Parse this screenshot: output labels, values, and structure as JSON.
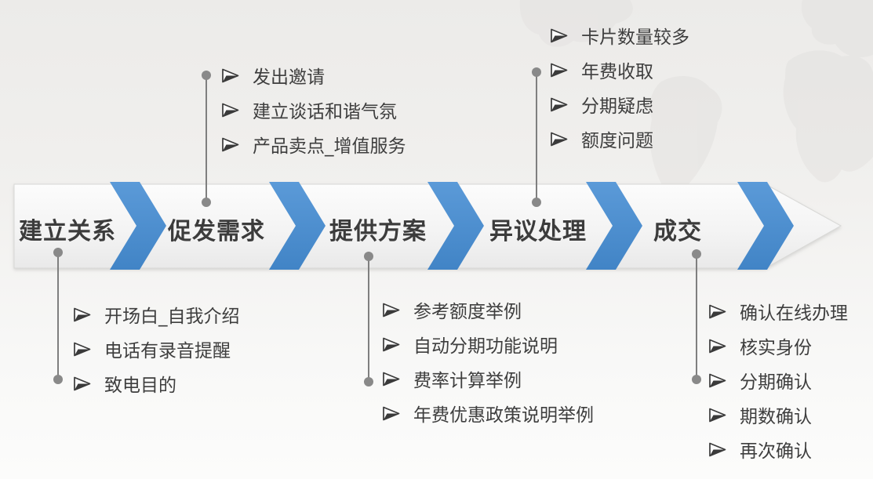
{
  "colors": {
    "accent_blue": "#4a8ecf",
    "band_fill_top": "#fbfbfb",
    "band_fill_bottom": "#ececec",
    "text": "#3c3c3c",
    "connector_gray": "#898989",
    "background": "#f1f0ee"
  },
  "stages": [
    {
      "label": "建立关系"
    },
    {
      "label": "促发需求"
    },
    {
      "label": "提供方案"
    },
    {
      "label": "异议处理"
    },
    {
      "label": "成交"
    }
  ],
  "callouts": {
    "top": [
      {
        "anchor_stage": "促发需求",
        "items": [
          "发出邀请",
          "建立谈话和谐气氛",
          "产品卖点_增值服务"
        ]
      },
      {
        "anchor_stage": "异议处理",
        "items": [
          "卡片数量较多",
          "年费收取",
          "分期疑虑",
          "额度问题"
        ]
      }
    ],
    "bottom": [
      {
        "anchor_stage": "建立关系",
        "items": [
          "开场白_自我介绍",
          "电话有录音提醒",
          "致电目的"
        ]
      },
      {
        "anchor_stage": "提供方案",
        "items": [
          "参考额度举例",
          "自动分期功能说明",
          "费率计算举例",
          "年费优惠政策说明举例"
        ]
      },
      {
        "anchor_stage": "成交",
        "items": [
          "确认在线办理",
          "核实身份",
          "分期确认",
          "期数确认",
          "再次确认"
        ]
      }
    ]
  }
}
